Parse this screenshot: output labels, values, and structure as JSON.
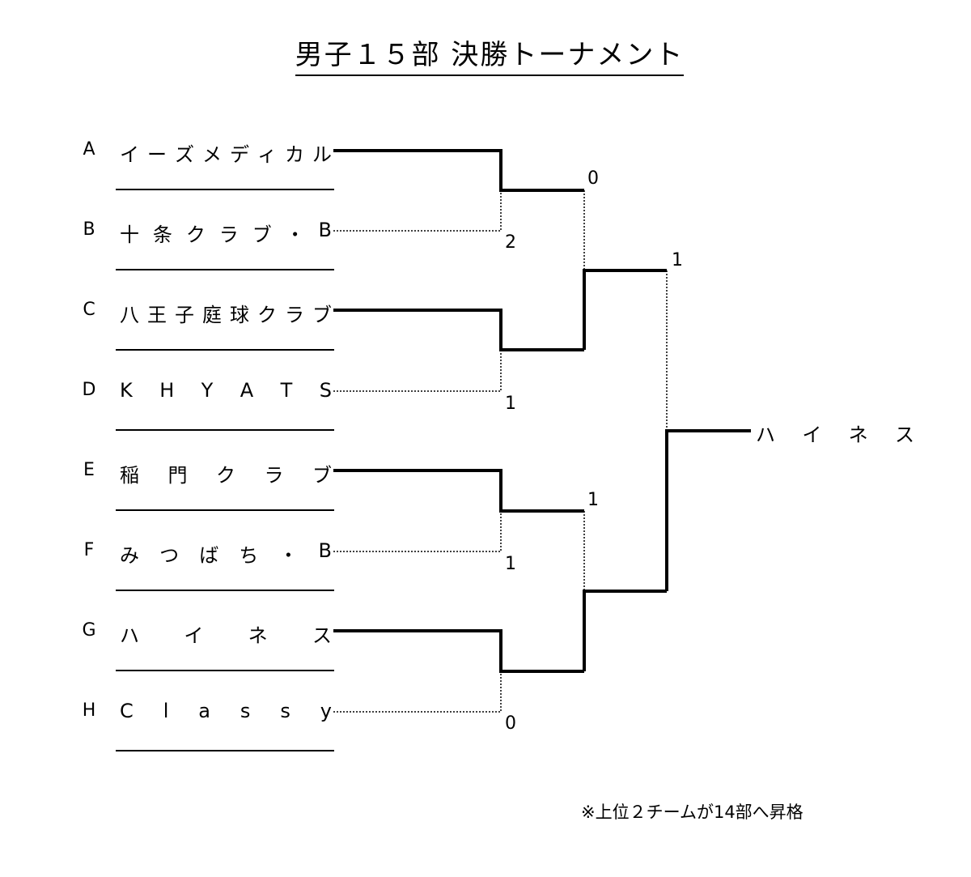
{
  "title": "男子１５部 決勝トーナメント",
  "entries": [
    {
      "seed": "A",
      "name": "イーズメディカル"
    },
    {
      "seed": "B",
      "name": "十条クラブ・B"
    },
    {
      "seed": "C",
      "name": "八王子庭球クラブ"
    },
    {
      "seed": "D",
      "name": "KHYATS"
    },
    {
      "seed": "E",
      "name": "稲門クラブ"
    },
    {
      "seed": "F",
      "name": "みつばち・B"
    },
    {
      "seed": "G",
      "name": "ハイネス"
    },
    {
      "seed": "H",
      "name": "Classy"
    }
  ],
  "round1_scores": [
    {
      "winner": "",
      "loser": "2"
    },
    {
      "winner": "",
      "loser": "1"
    },
    {
      "winner": "",
      "loser": "1"
    },
    {
      "winner": "",
      "loser": "0"
    }
  ],
  "round2_scores": [
    {
      "winner": "",
      "loser": "0"
    },
    {
      "winner": "",
      "loser": "1"
    }
  ],
  "final_score": {
    "loser": "1"
  },
  "champion": "ハイネス",
  "note": "※上位２チームが14部へ昇格"
}
